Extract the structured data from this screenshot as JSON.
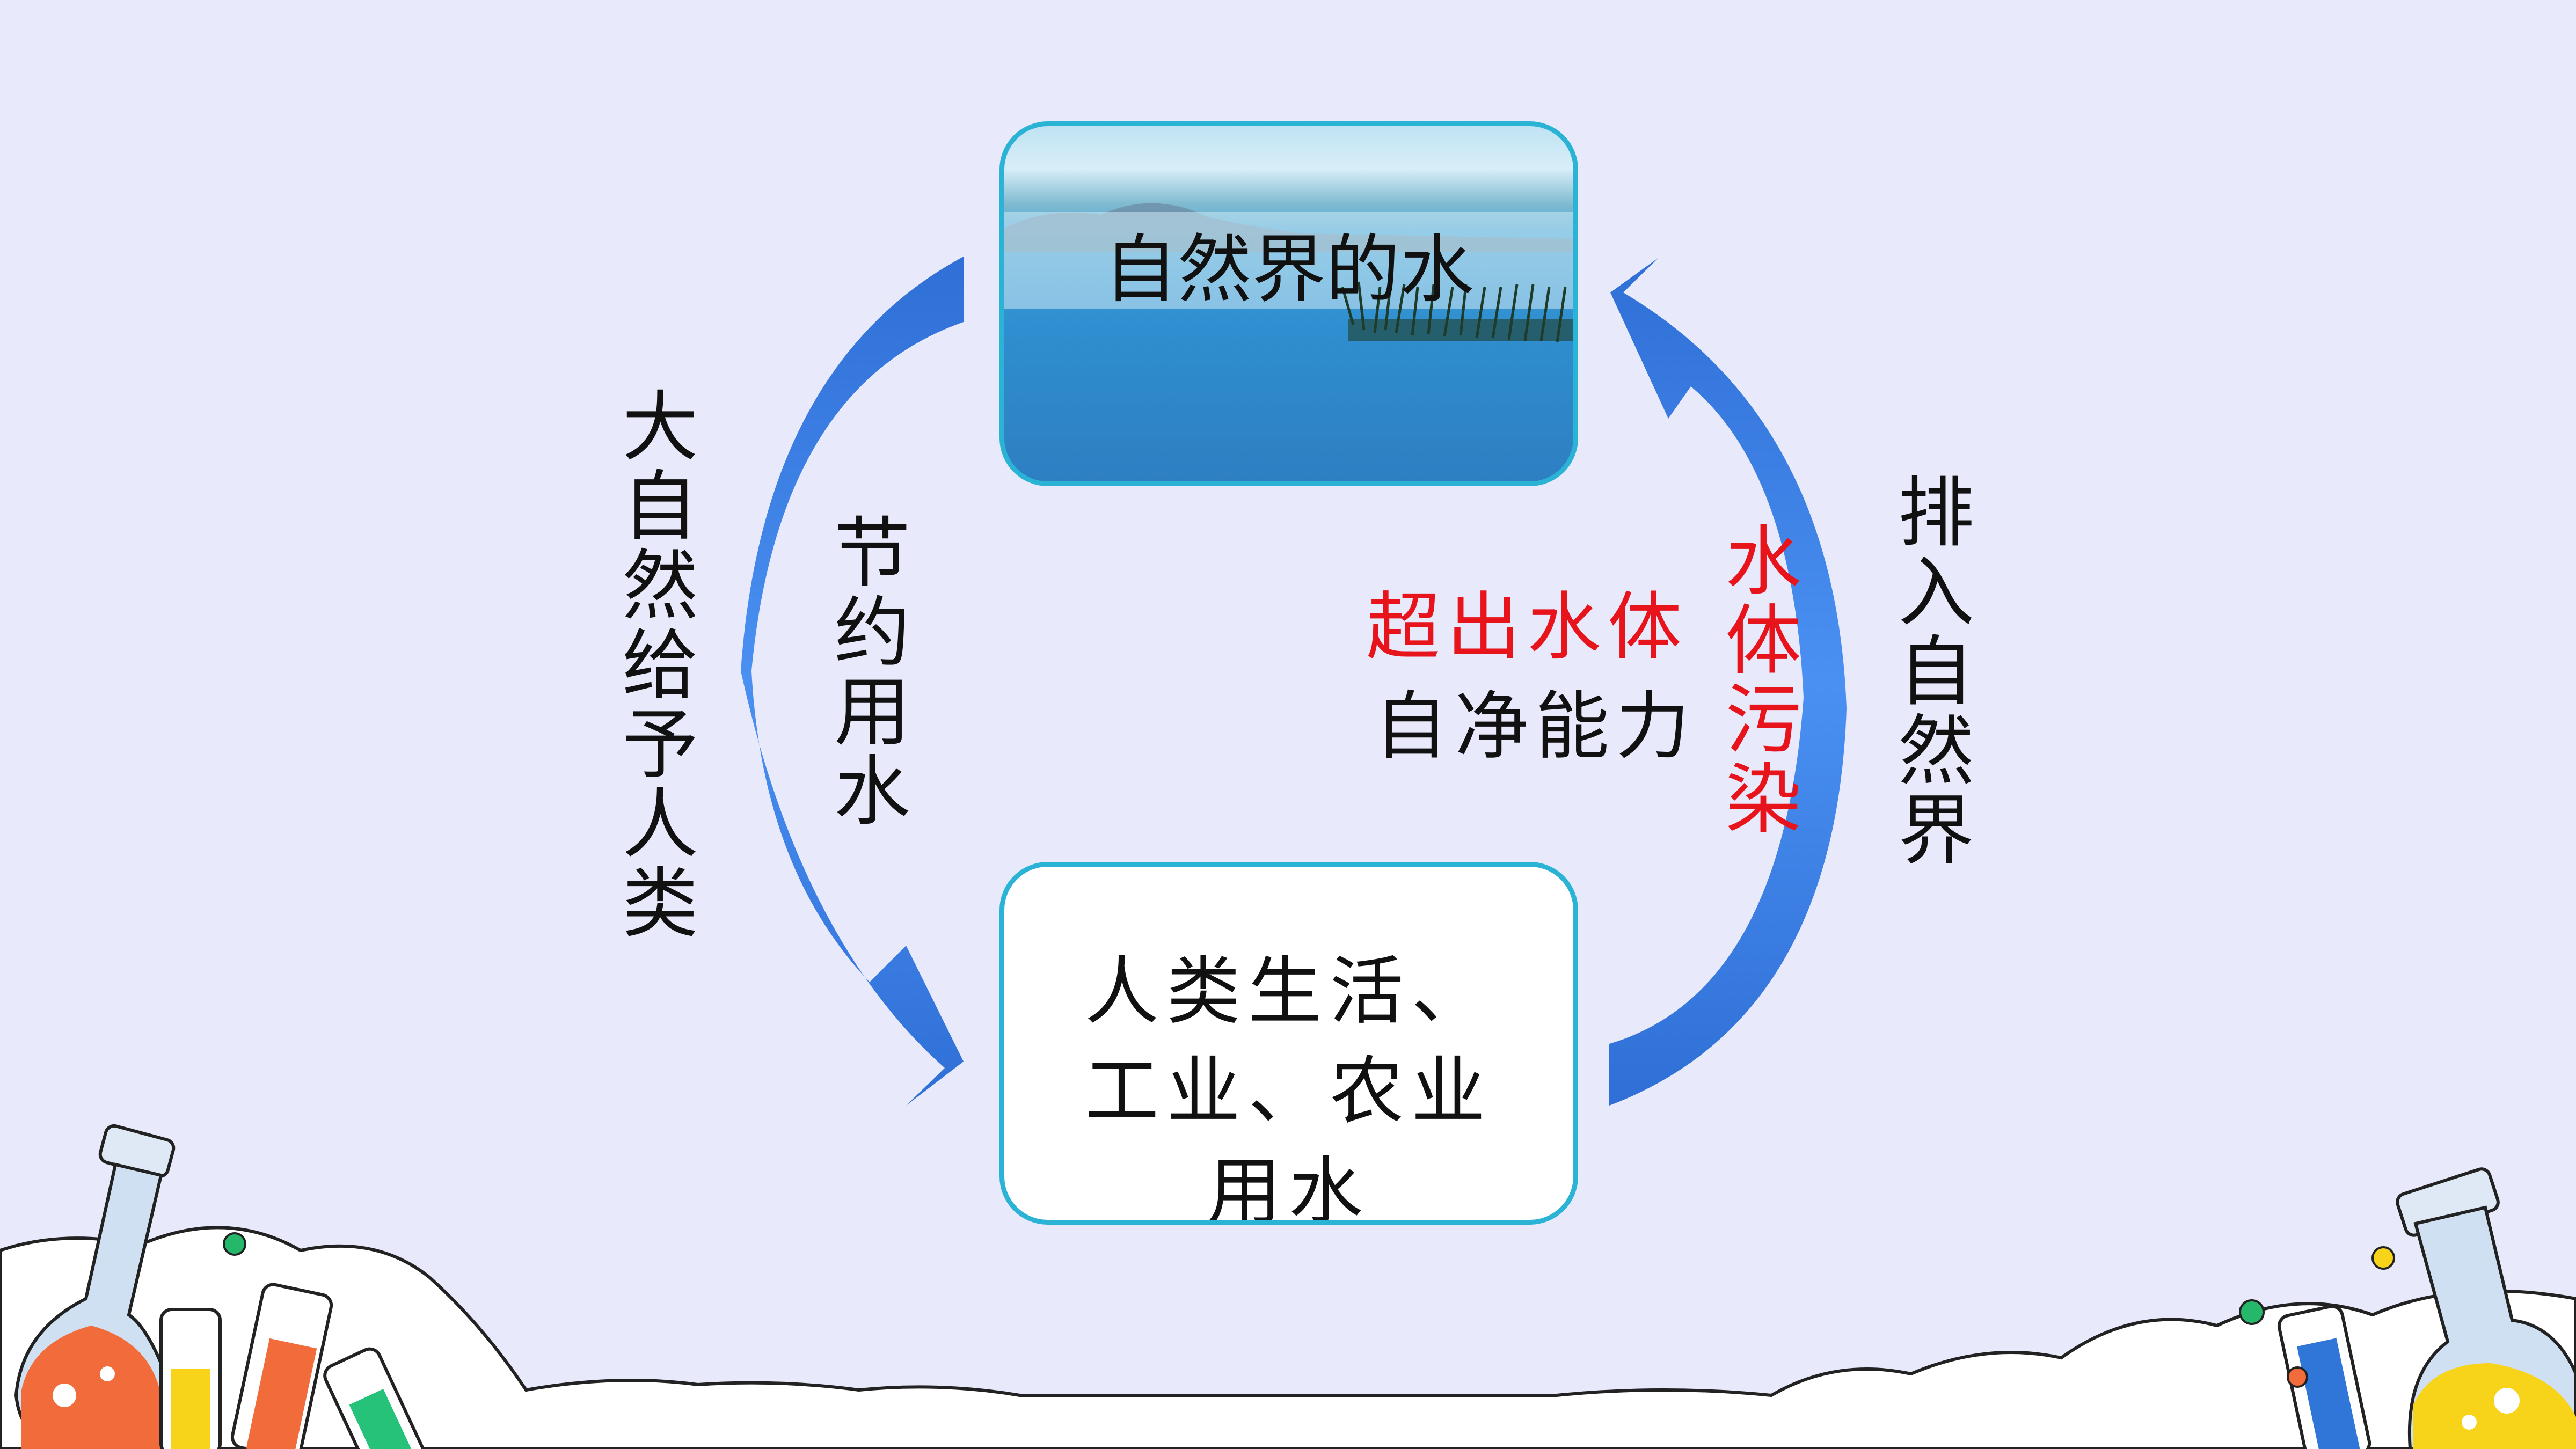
{
  "diagram": {
    "nodes": {
      "natural_water": "自然界的水",
      "human_use": "人类生活、工业、农业用水"
    },
    "left_outer_label": "大自然给予人类",
    "left_inner_label": "节约用水",
    "right_outer_label": "排入自然界",
    "right_inner_label": "水体污染",
    "middle_line_1": "超出水体",
    "middle_line_2": "自净能力"
  },
  "colors": {
    "background": "#e8e9fb",
    "arrow": "#3a86f0",
    "box_border": "#2bb3d6",
    "highlight_text": "#e8141c",
    "text": "#111111"
  }
}
